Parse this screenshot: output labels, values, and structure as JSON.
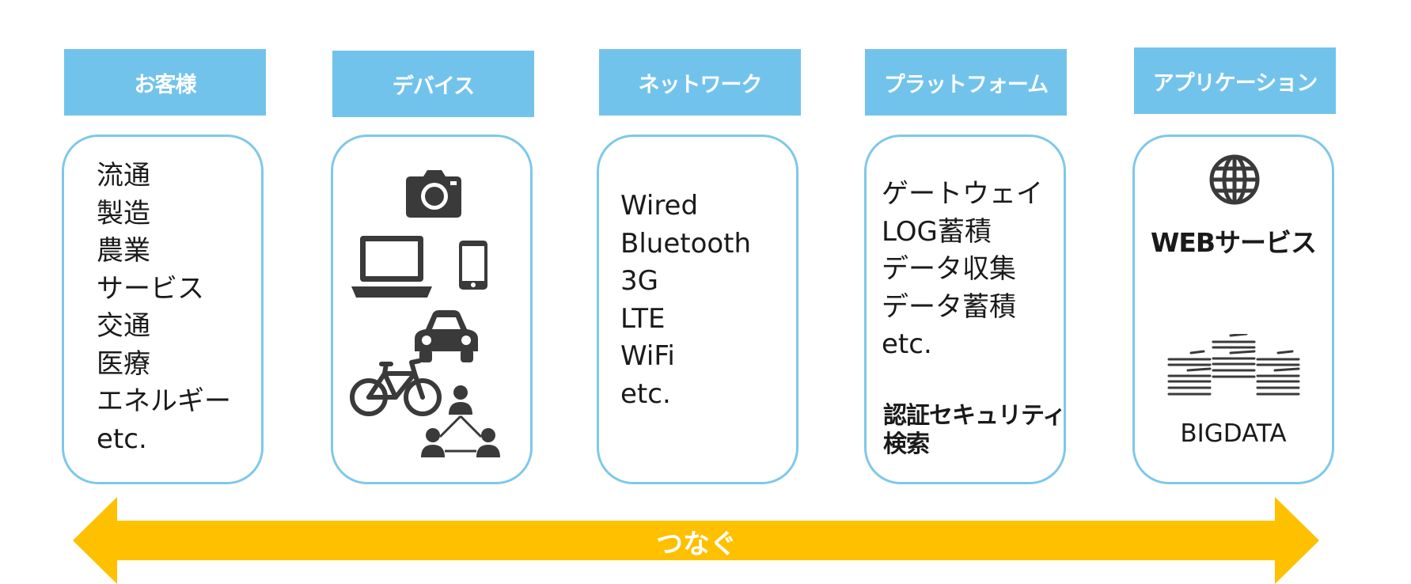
{
  "columns": [
    {
      "header": "お客様",
      "items": [
        "流通",
        "製造",
        "農業",
        "サービス",
        "交通",
        "医療",
        "エネルギー",
        "etc."
      ]
    },
    {
      "header": "デバイス",
      "icons": [
        "camera-icon",
        "laptop-icon",
        "smartphone-icon",
        "car-icon",
        "bicycle-icon",
        "people-network-icon"
      ]
    },
    {
      "header": "ネットワーク",
      "items": [
        "Wired",
        "Bluetooth",
        "3G",
        "LTE",
        "WiFi",
        "etc."
      ]
    },
    {
      "header": "プラットフォーム",
      "items": [
        "ゲートウェイ",
        "LOG蓄積",
        "データ収集",
        "データ蓄積",
        "etc."
      ],
      "sub_items": [
        "認証セキュリティ",
        "検索"
      ]
    },
    {
      "header": "アプリケーション",
      "web_label": "WEBサービス",
      "bigdata_label": "BIGDATA",
      "icons": [
        "globe-icon",
        "bigdata-icon"
      ]
    }
  ],
  "arrow": {
    "label": "つなぐ",
    "color": "#ffc000"
  },
  "colors": {
    "header_bg": "#72c3ec",
    "card_border": "#7ec8ea",
    "icon": "#3a3a3a"
  }
}
